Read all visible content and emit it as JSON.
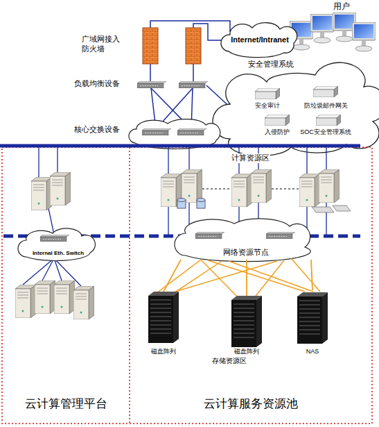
{
  "diagram": {
    "nodes": [
      {
        "text": [
          "用户"
        ]
      },
      {
        "text": [
          "Internet/Intranet"
        ]
      },
      {
        "text": [
          "安全管理系统"
        ]
      },
      {
        "text": [
          "安全审计"
        ],
        "in": 2
      },
      {
        "text": [
          "防垃圾邮件网关"
        ],
        "in": 2
      },
      {
        "text": [
          "入侵防护"
        ],
        "in": 2
      },
      {
        "text": [
          "SOC安全管理系统"
        ],
        "in": 2
      },
      {
        "text": [
          "云计算管理平台"
        ]
      },
      {
        "text": [
          "Internal Eth. Switch"
        ],
        "in": 7
      },
      {
        "text": [
          "云计算服务资源池"
        ]
      },
      {
        "text": [
          "网络资源节点"
        ],
        "in": 9
      },
      {
        "text": [
          "磁盘阵列"
        ],
        "in": 9
      },
      {
        "text": [
          "磁盘阵列"
        ],
        "in": 9
      },
      {
        "text": [
          "NAS"
        ],
        "in": 9
      }
    ],
    "edges": [
      {
        "from": 10,
        "to": 11,
        "arrow": "none"
      },
      {
        "from": 10,
        "to": 12,
        "arrow": "none"
      },
      {
        "from": 10,
        "to": 13,
        "arrow": "none"
      }
    ],
    "labels": [
      "广域网接入 防火墙",
      "负载均衡设备",
      "核心交换设备",
      "计算资源区",
      "存储资源区"
    ]
  }
}
